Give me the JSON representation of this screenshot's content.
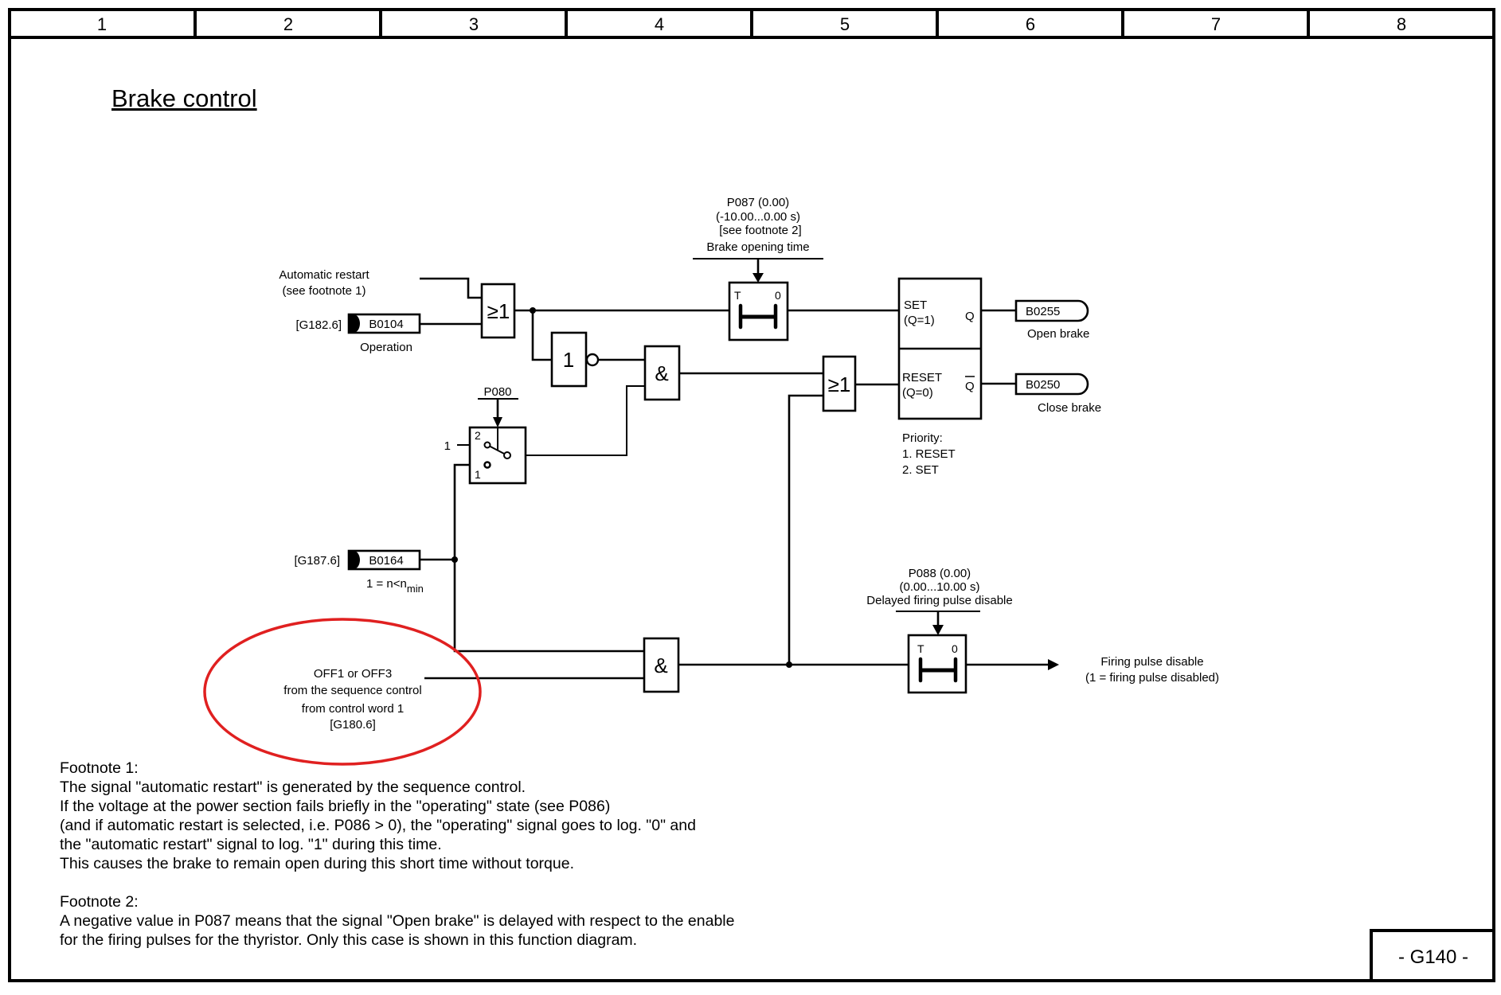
{
  "sheet": {
    "columns": [
      "1",
      "2",
      "3",
      "4",
      "5",
      "6",
      "7",
      "8"
    ],
    "title": "Brake control",
    "page_id": "- G140 -"
  },
  "inputs": {
    "automatic_restart": {
      "line1": "Automatic restart",
      "line2": "(see footnote 1)"
    },
    "operation": {
      "ref": "[G182.6]",
      "connector": "B0104",
      "label": "Operation"
    },
    "speed_min": {
      "ref": "[G187.6]",
      "connector": "B0164",
      "label_prefix": "1 = n<n",
      "label_sub": "min"
    },
    "off_signal": {
      "lines": [
        "OFF1 or OFF3",
        "from the sequence control",
        "from control word 1",
        "[G180.6]"
      ],
      "highlight_color": "#e02020"
    }
  },
  "blocks": {
    "or_gate_1": {
      "symbol": "≥1"
    },
    "not_gate": {
      "symbol": "1"
    },
    "and_gate_1": {
      "symbol": "&"
    },
    "or_gate_2": {
      "symbol": "≥1"
    },
    "and_gate_2": {
      "symbol": "&"
    },
    "switch": {
      "param": "P080",
      "input_label": "1",
      "pos_top": "2",
      "pos_bottom": "1"
    },
    "timer_1": {
      "t_label": "T",
      "zero_label": "0",
      "param_lines": [
        "P087 (0.00)",
        "(-10.00...0.00 s)",
        "[see footnote 2]",
        "Brake opening time"
      ]
    },
    "timer_2": {
      "t_label": "T",
      "zero_label": "0",
      "param_lines": [
        "P088 (0.00)",
        "(0.00...10.00 s)",
        "Delayed firing pulse disable"
      ]
    },
    "flipflop": {
      "set_line1": "SET",
      "set_line2": "(Q=1)",
      "q": "Q",
      "reset_line1": "RESET",
      "reset_line2": "(Q=0)",
      "qbar": "Q",
      "priority": [
        "Priority:",
        "1. RESET",
        "2. SET"
      ]
    }
  },
  "outputs": {
    "open_brake": {
      "connector": "B0255",
      "label": "Open brake"
    },
    "close_brake": {
      "connector": "B0250",
      "label": "Close brake"
    },
    "firing_pulse": {
      "line1": "Firing pulse disable",
      "line2": "(1 = firing pulse disabled)"
    }
  },
  "footnotes": {
    "fn1": {
      "heading": "Footnote 1:",
      "lines": [
        "The signal \"automatic restart\" is generated by the sequence control.",
        "If the voltage at the power section fails briefly in the \"operating\" state (see P086)",
        "(and if automatic restart is selected, i.e. P086 > 0), the \"operating\" signal goes to log. \"0\" and",
        "the \"automatic restart\" signal to log. \"1\" during this time.",
        "This causes the brake to remain open during this short time without torque."
      ]
    },
    "fn2": {
      "heading": "Footnote 2:",
      "lines": [
        "A negative value in P087 means that the signal \"Open brake\" is delayed with respect to the enable",
        "for the firing pulses for the thyristor. Only this case is shown in this function diagram."
      ]
    }
  }
}
